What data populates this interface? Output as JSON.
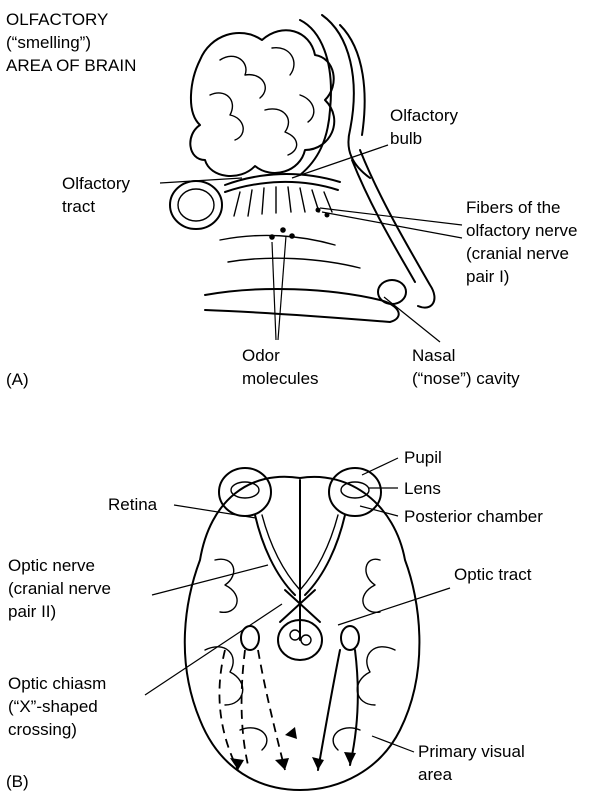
{
  "panel_a": {
    "tag": "(A)",
    "brain_area": [
      "OLFACTORY",
      "(“smelling”)",
      "AREA OF BRAIN"
    ],
    "bulb": [
      "Olfactory",
      "bulb"
    ],
    "tract": [
      "Olfactory",
      "tract"
    ],
    "fibers": [
      "Fibers of the",
      "olfactory nerve",
      "(cranial nerve",
      "pair I)"
    ],
    "odor": [
      "Odor",
      "molecules"
    ],
    "nasal": [
      "Nasal",
      "(“nose”) cavity"
    ]
  },
  "panel_b": {
    "tag": "(B)",
    "pupil": "Pupil",
    "lens": "Lens",
    "posterior": "Posterior chamber",
    "retina": "Retina",
    "optic_nerve": [
      "Optic nerve",
      "(cranial nerve",
      "pair II)"
    ],
    "optic_tract": "Optic tract",
    "chiasm": [
      "Optic chiasm",
      "(“X”-shaped",
      "crossing)"
    ],
    "visual_area": [
      "Primary visual",
      "area"
    ]
  }
}
